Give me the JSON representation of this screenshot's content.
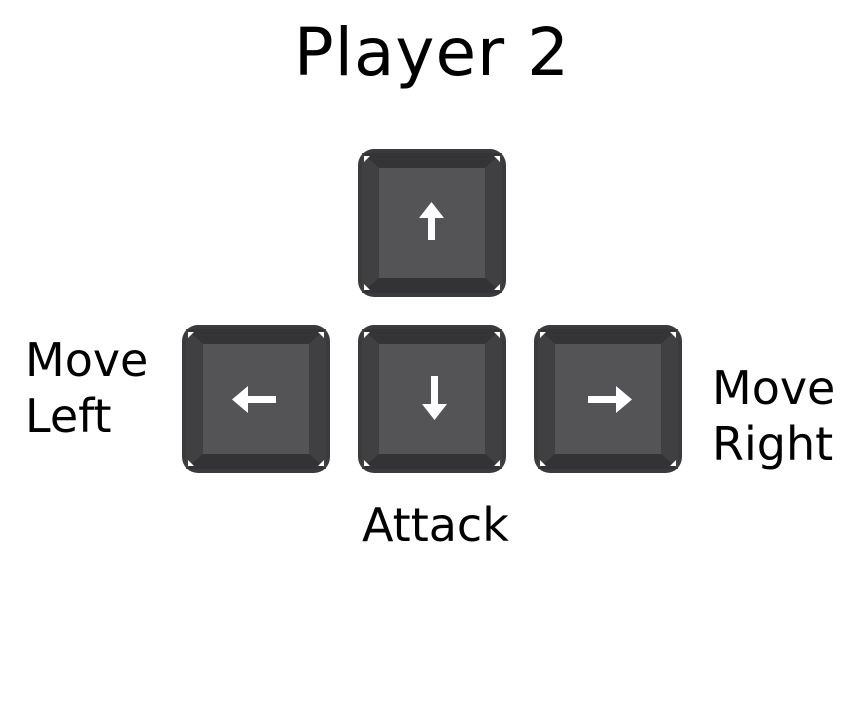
{
  "title": "Player 2",
  "keys": {
    "up": {
      "icon": "arrow-up-icon"
    },
    "left": {
      "icon": "arrow-left-icon"
    },
    "down": {
      "icon": "arrow-down-icon"
    },
    "right": {
      "icon": "arrow-right-icon"
    }
  },
  "labels": {
    "move_left": [
      "Move",
      "Left"
    ],
    "move_right": [
      "Move",
      "Right"
    ],
    "attack": "Attack"
  },
  "colors": {
    "key_outer": "#3b3b3d",
    "key_face": "#545457",
    "key_edge": "#444446",
    "arrow": "#ffffff"
  }
}
